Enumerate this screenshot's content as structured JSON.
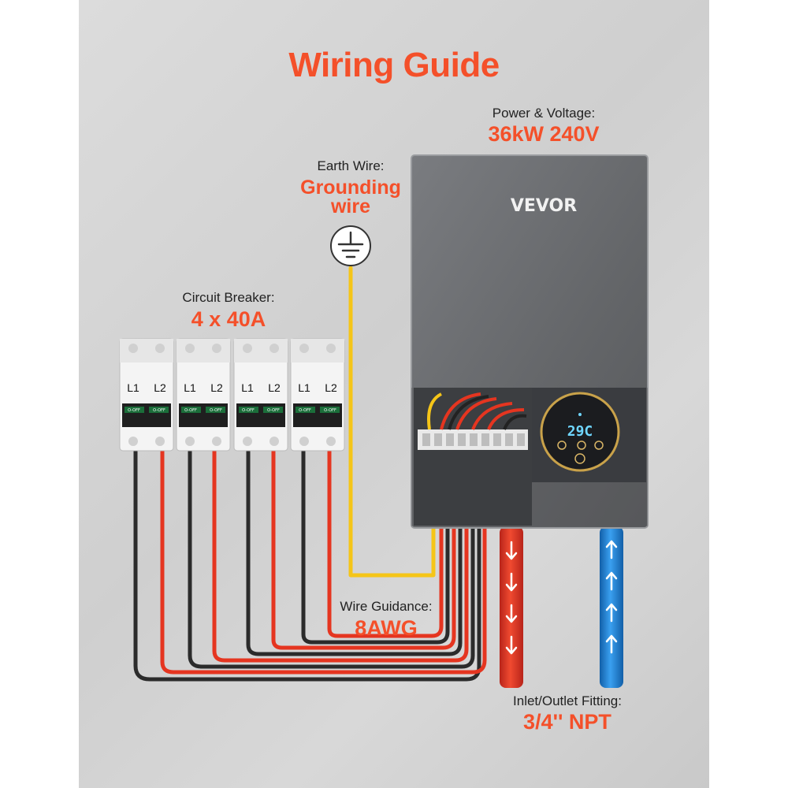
{
  "title": "Wiring Guide",
  "power": {
    "label": "Power & Voltage:",
    "value": "36kW 240V"
  },
  "earth": {
    "label": "Earth Wire:",
    "value_line1": "Grounding",
    "value_line2": "wire"
  },
  "breaker": {
    "label": "Circuit Breaker:",
    "value": "4 x 40A",
    "pole1": "L1",
    "pole2": "L2",
    "switch_text": "O-OFF"
  },
  "wire": {
    "label": "Wire Guidance:",
    "value": "8AWG"
  },
  "fitting": {
    "label": "Inlet/Outlet Fitting:",
    "value": "3/4'' NPT"
  },
  "heater": {
    "brand": "VEVOR",
    "display_temp": "29C"
  },
  "colors": {
    "accent": "#f4502a",
    "live_wire": "#e53520",
    "neutral_wire": "#2b2b2b",
    "ground_wire": "#f5c518",
    "outlet_pipe": "#e53520",
    "inlet_pipe": "#1e88e5",
    "panel": "#6b6d70"
  },
  "icons": [
    "ground-symbol-icon",
    "arrow-down-icon",
    "arrow-up-icon",
    "power-icon",
    "menu-icon",
    "up-icon",
    "down-icon"
  ]
}
